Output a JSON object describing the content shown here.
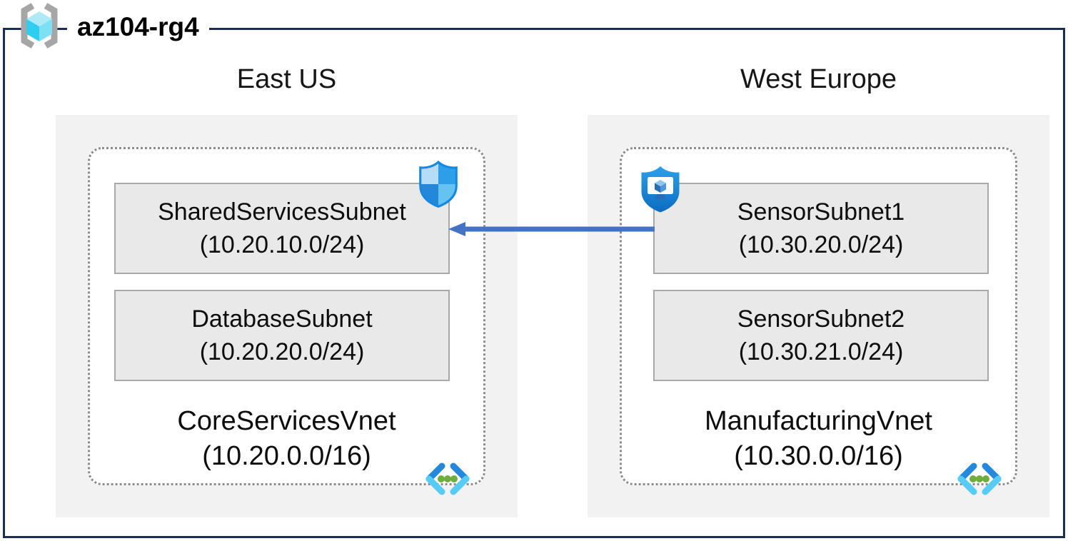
{
  "diagram": {
    "resource_group": "az104-rg4",
    "regions": [
      {
        "name": "East US",
        "vnet": {
          "name": "CoreServicesVnet",
          "cidr": "(10.20.0.0/16)",
          "subnets": [
            {
              "name": "SharedServicesSubnet",
              "cidr": "(10.20.10.0/24)"
            },
            {
              "name": "DatabaseSubnet",
              "cidr": "(10.20.20.0/24)"
            }
          ],
          "badge_icon": "network-security-group-shield-icon"
        }
      },
      {
        "name": "West Europe",
        "vnet": {
          "name": "ManufacturingVnet",
          "cidr": "(10.30.0.0/16)",
          "subnets": [
            {
              "name": "SensorSubnet1",
              "cidr": "(10.30.20.0/24)"
            },
            {
              "name": "SensorSubnet2",
              "cidr": "(10.30.21.0/24)"
            }
          ],
          "badge_icon": "bastion-shield-monitor-icon"
        }
      }
    ],
    "connection": {
      "type": "arrow",
      "from": "SensorSubnet1",
      "to": "SharedServicesSubnet",
      "direction": "right-to-left"
    },
    "icons": {
      "resource_group": "resource-group-brackets-cube-icon",
      "virtual_network": "virtual-network-chevrons-icon"
    },
    "colors": {
      "frame_border": "#1c2e52",
      "region_fill": "#f2f2f2",
      "subnet_fill": "#e9e9e9",
      "subnet_border": "#a9a9a9",
      "vnet_dotted_border": "#8c8c8c",
      "arrow": "#4472c4",
      "shield_blue": "#1389e2",
      "cube_cyan": "#2fcdf0",
      "vnet_green_dots": "#6fae3c"
    }
  }
}
